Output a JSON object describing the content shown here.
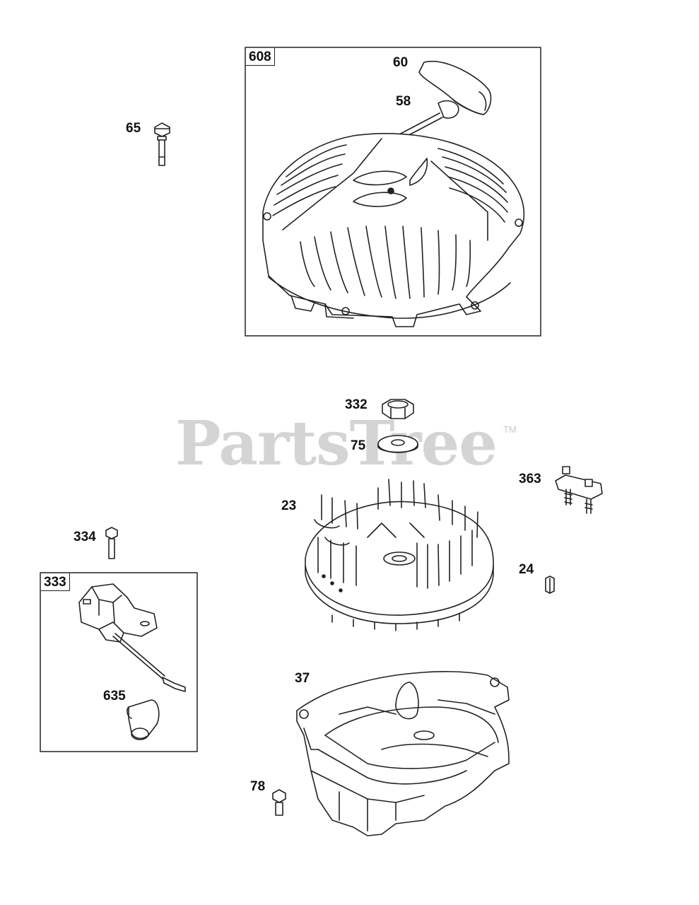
{
  "watermark": {
    "text": "PartsTree",
    "tm": "TM"
  },
  "assemblies": [
    {
      "id": "recoil-starter",
      "label": "608"
    },
    {
      "id": "ignition-kit",
      "label": "333"
    }
  ],
  "callouts": {
    "c608": "608",
    "c60": "60",
    "c58": "58",
    "c65": "65",
    "c332": "332",
    "c75": "75",
    "c363": "363",
    "c23": "23",
    "c334": "334",
    "c333": "333",
    "c24": "24",
    "c37": "37",
    "c635": "635",
    "c78": "78"
  }
}
